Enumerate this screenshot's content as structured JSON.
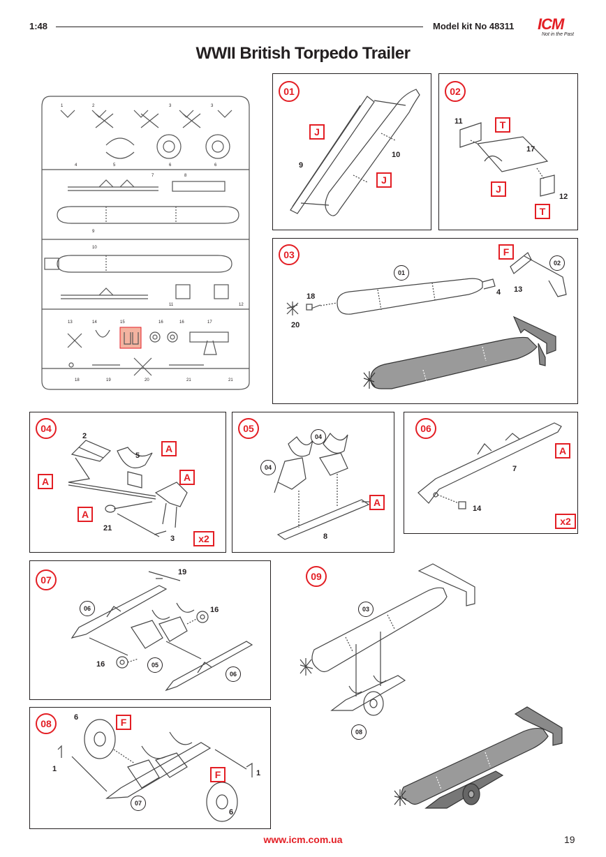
{
  "header": {
    "scale": "1:48",
    "kit_number": "Model kit No 48311",
    "brand": "ICM",
    "brand_tagline": "Not in the Past",
    "title": "WWII British Torpedo Trailer"
  },
  "footer": {
    "url": "www.icm.com.ua",
    "page_number": "19"
  },
  "colors": {
    "accent": "#e31e24",
    "ink": "#231f20",
    "highlight": "#f4b3a0"
  },
  "sprue": {
    "part_numbers": [
      "1",
      "2",
      "3",
      "4",
      "5",
      "6",
      "7",
      "8",
      "9",
      "10",
      "11",
      "12",
      "13",
      "14",
      "15",
      "16",
      "17",
      "18",
      "19",
      "20",
      "21"
    ]
  },
  "steps": {
    "s01": {
      "badge": "01",
      "callouts": [
        "J",
        "J"
      ],
      "parts": [
        "9",
        "10"
      ]
    },
    "s02": {
      "badge": "02",
      "callouts": [
        "T",
        "J",
        "T"
      ],
      "parts": [
        "11",
        "17",
        "12"
      ]
    },
    "s03": {
      "badge": "03",
      "callouts": [
        "F"
      ],
      "parts": [
        "18",
        "20",
        "4",
        "13"
      ],
      "refs": [
        "01",
        "02"
      ]
    },
    "s04": {
      "badge": "04",
      "callouts": [
        "A",
        "A",
        "A",
        "A"
      ],
      "parts": [
        "2",
        "5",
        "21",
        "3"
      ],
      "multiplier": "x2"
    },
    "s05": {
      "badge": "05",
      "callouts": [
        "A"
      ],
      "parts": [
        "8"
      ],
      "refs": [
        "04",
        "04"
      ]
    },
    "s06": {
      "badge": "06",
      "callouts": [
        "A"
      ],
      "parts": [
        "7",
        "14"
      ],
      "multiplier": "x2"
    },
    "s07": {
      "badge": "07",
      "parts": [
        "19",
        "16",
        "16"
      ],
      "refs": [
        "06",
        "05",
        "06"
      ]
    },
    "s08": {
      "badge": "08",
      "callouts": [
        "F",
        "F"
      ],
      "parts": [
        "6",
        "1",
        "1",
        "6"
      ],
      "refs": [
        "07"
      ]
    },
    "s09": {
      "badge": "09",
      "refs": [
        "03",
        "08"
      ]
    }
  }
}
